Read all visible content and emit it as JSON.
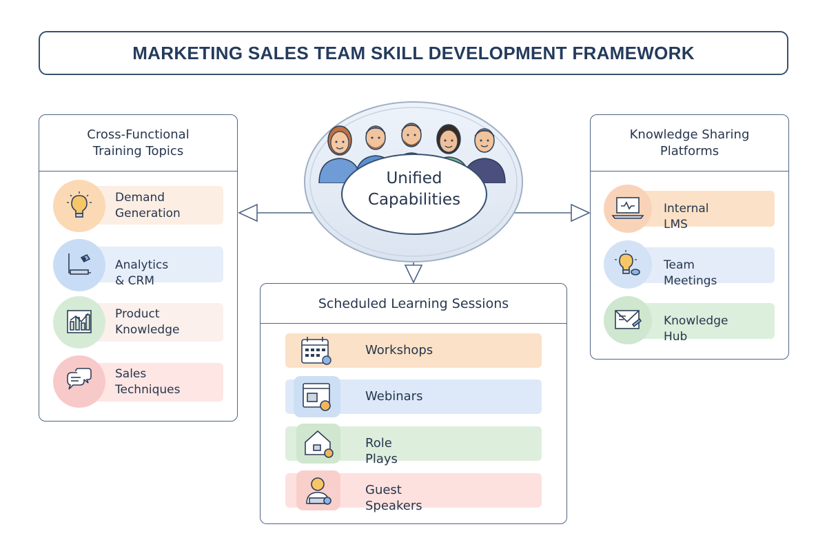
{
  "title": "MARKETING SALES TEAM SKILL DEVELOPMENT FRAMEWORK",
  "hub": {
    "line1": "Unified",
    "line2": "Capabilities"
  },
  "left_panel": {
    "heading_line1": "Cross-Functional",
    "heading_line2": "Training Topics",
    "items": [
      {
        "line1": "Demand",
        "line2": "Generation",
        "icon": "lightbulb-icon",
        "color": "#fbe1c7"
      },
      {
        "line1": "Analytics & CRM",
        "line2": "",
        "icon": "analytics-icon",
        "color": "#d9e7f8"
      },
      {
        "line1": "Product",
        "line2": "Knowledge",
        "icon": "bar-chart-icon",
        "color": "#ddeedd"
      },
      {
        "line1": "Sales",
        "line2": "Techniques",
        "icon": "chat-bubbles-icon",
        "color": "#fadcdc"
      }
    ]
  },
  "right_panel": {
    "heading_line1": "Knowledge Sharing",
    "heading_line2": "Platforms",
    "items": [
      {
        "label": "Internal LMS",
        "icon": "laptop-icon",
        "color": "#fbe1c7"
      },
      {
        "label": "Team Meetings",
        "icon": "lightbulb-icon",
        "color": "#d9e7f8"
      },
      {
        "label": "Knowledge Hub",
        "icon": "envelope-icon",
        "color": "#ddeedd"
      }
    ]
  },
  "center_panel": {
    "heading": "Scheduled Learning Sessions",
    "items": [
      {
        "label": "Workshops",
        "icon": "calendar-icon",
        "color": "#fbe1c7"
      },
      {
        "label": "Webinars",
        "icon": "webinar-screen-icon",
        "color": "#d9e7f8"
      },
      {
        "label": "Role Plays",
        "icon": "house-icon",
        "color": "#ddeedd"
      },
      {
        "label": "Guest Speakers",
        "icon": "speaker-icon",
        "color": "#fadcdc"
      }
    ]
  }
}
